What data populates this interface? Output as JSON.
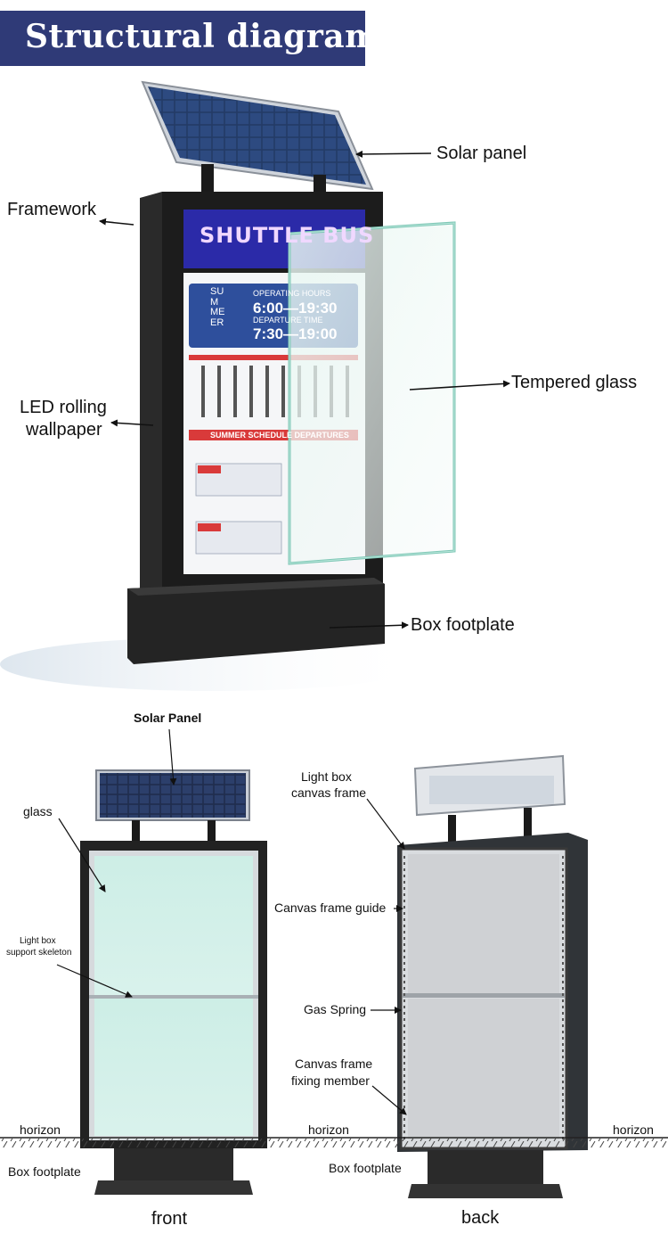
{
  "title": "Structural diagram",
  "top_view": {
    "screen": {
      "led_text": "SHUTTLE BUS",
      "season_label": "SU\nM\nME\nER",
      "hours_label": "OPERATING HOURS",
      "hours_1": "6:00—19:30",
      "departure_label": "DEPARTURE TIME",
      "hours_2": "7:30—19:00",
      "schedule_header": "SUMMER SCHEDULE DEPARTURES"
    },
    "labels": {
      "solar_panel": "Solar panel",
      "framework": "Framework",
      "led_wallpaper_line1": "LED rolling",
      "led_wallpaper_line2": "wallpaper",
      "tempered_glass": "Tempered glass",
      "box_footplate": "Box footplate"
    }
  },
  "front_view": {
    "view_label": "front",
    "labels": {
      "solar_panel": "Solar Panel",
      "glass": "glass",
      "skeleton_line1": "Light box",
      "skeleton_line2": "support skeleton",
      "horizon": "horizon",
      "box_footplate": "Box footplate"
    }
  },
  "back_view": {
    "view_label": "back",
    "labels": {
      "canvas_frame_line1": "Light box",
      "canvas_frame_line2": "canvas frame",
      "canvas_frame_guide": "Canvas frame guide",
      "gas_spring": "Gas Spring",
      "fixing_line1": "Canvas frame",
      "fixing_line2": "fixing member",
      "horizon_mid": "horizon",
      "horizon_right": "horizon",
      "box_footplate": "Box footplate"
    }
  },
  "colors": {
    "banner": "#2f3a77",
    "frame": "#1c1c1c",
    "led_background": "#2b2aa8",
    "schedule_red": "#d93a3a",
    "schedule_blue": "#2e4f9c",
    "glass_tint": "#cdeee6"
  }
}
